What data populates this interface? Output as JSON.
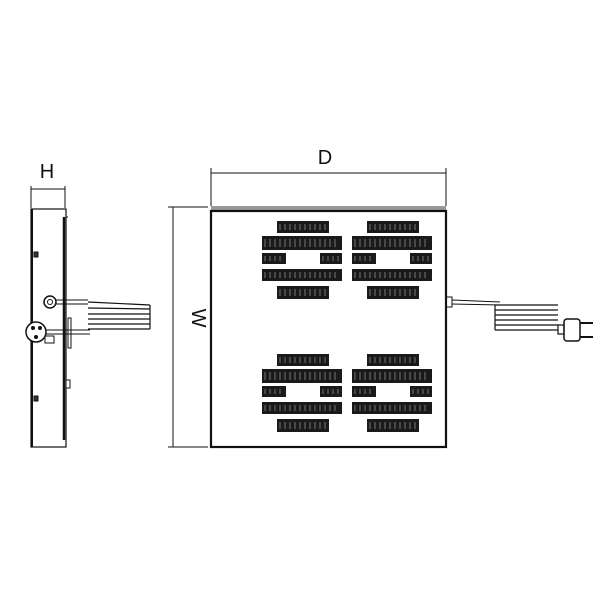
{
  "labels": {
    "height": "H",
    "width": "W",
    "depth": "D"
  },
  "colors": {
    "line": "#111111",
    "led": "#1a1a1a",
    "shade": "#888888"
  }
}
